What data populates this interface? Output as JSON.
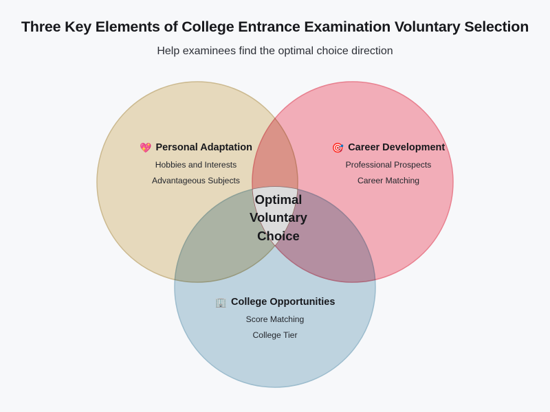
{
  "header": {
    "title": "Three Key Elements of College Entrance Examination Voluntary Selection",
    "subtitle": "Help examinees find the optimal choice direction"
  },
  "background_color": "#f7f8fa",
  "venn": {
    "center_label": {
      "lines": [
        "Optimal",
        "Voluntary",
        "Choice"
      ],
      "fill_color": "#dcdcdc"
    },
    "groups": [
      {
        "id": "personal-adaptation",
        "icon": "heart-icon",
        "icon_glyph": "💖",
        "heading": "Personal Adaptation",
        "items": [
          "Hobbies and Interests",
          "Advantageous Subjects"
        ],
        "fill_color": "#e6d9bc",
        "stroke_color": "#cbb98f",
        "position": "left"
      },
      {
        "id": "career-development",
        "icon": "target-icon",
        "icon_glyph": "🎯",
        "heading": "Career Development",
        "items": [
          "Professional Prospects",
          "Career Matching"
        ],
        "fill_color": "#f2adb8",
        "stroke_color": "#e8808f",
        "position": "right"
      },
      {
        "id": "college-opportunities",
        "icon": "building-icon",
        "icon_glyph": "🏢",
        "heading": "College Opportunities",
        "items": [
          "Score Matching",
          "College Tier"
        ],
        "fill_color": "#bed3df",
        "stroke_color": "#9cbccd",
        "position": "bottom"
      }
    ],
    "overlap_colors": {
      "left_right": "#e89a97",
      "left_bottom": "#b8c4c0",
      "right_bottom": "#bcaeba",
      "all_three": "#dcdcdc"
    }
  }
}
